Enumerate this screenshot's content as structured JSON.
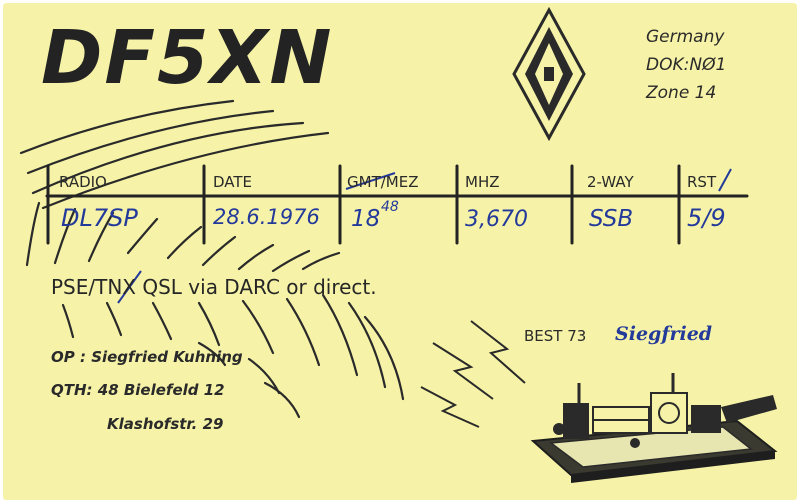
{
  "card": {
    "callsign": "DF5XN",
    "country": "Germany",
    "dok": "DOK:NØ1",
    "zone": "Zone 14"
  },
  "log": {
    "headers": {
      "radio": "RADIO",
      "date": "DATE",
      "time": "GMT/MEZ",
      "freq": "MHZ",
      "mode": "2-WAY",
      "rst": "RST"
    },
    "values": {
      "radio": "DL7SP",
      "date": "28.6.1976",
      "time": "18",
      "time_minutes": "48",
      "freq": "3,670",
      "mode": "SSB",
      "rst": "5/9"
    }
  },
  "qsl_line": "PSE/TNX QSL via DARC or direct.",
  "operator": {
    "op_line": "OP : Siegfried Kuhning",
    "qth_line": "QTH: 48 Bielefeld 12",
    "street": "Klashofstr. 29"
  },
  "closing": {
    "best": "BEST 73",
    "signature": "Siegfried"
  },
  "colors": {
    "card": "#f6f3a8",
    "ink": "#232323",
    "pen": "#243a9a"
  },
  "icons": {
    "logo": "darc-diamond-logo-icon",
    "key": "morse-key-icon",
    "waves": "radio-wave-arcs-icon",
    "bolts": "lightning-bolt-icon"
  }
}
